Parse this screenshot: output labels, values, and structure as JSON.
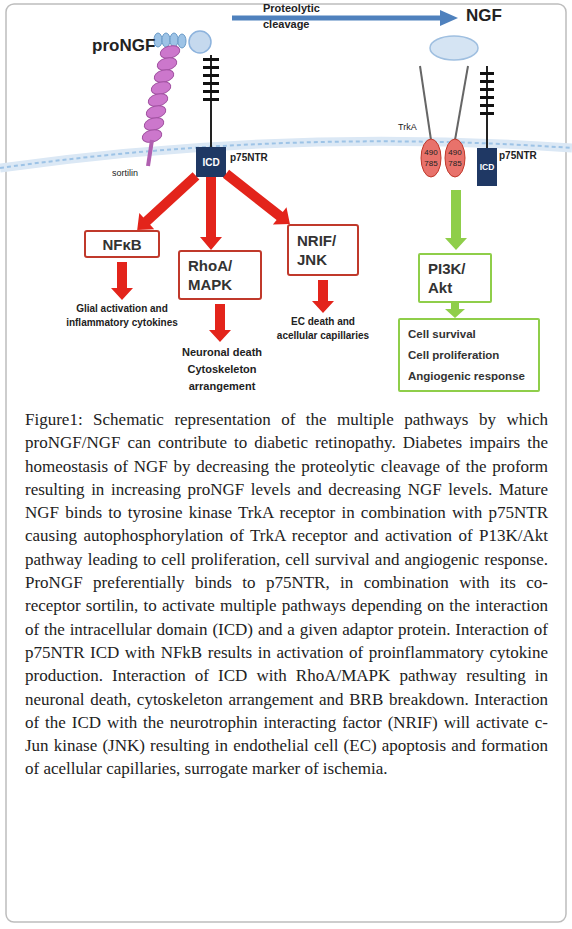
{
  "diagram": {
    "caption": "Figure1: Schematic representation of the multiple pathways by which proNGF/NGF can contribute to diabetic retinopathy. Diabetes impairs the homeostasis of NGF by decreasing the proteolytic cleavage of the proform resulting in increasing proNGF levels and decreasing NGF levels. Mature NGF binds to tyrosine kinase TrkA receptor in combination with p75NTR causing autophosphorylation of TrkA receptor and activation of P13K/Akt pathway leading to cell proliferation, cell survival and angiogenic response. ProNGF preferentially binds to p75NTR, in combination with its co-receptor sortilin, to activate multiple pathways depending on the interaction of the intracellular domain (ICD) and a given adaptor protein. Interaction of p75NTR ICD with NFkB results in activation of proinflammatory cytokine production. Interaction of ICD with RhoA/MAPK pathway resulting in neuronal death, cytoskeleton arrangement and BRB breakdown. Interaction of the ICD with the neurotrophin interacting factor (NRIF) will activate c-Jun kinase (JNK) resulting in endothelial cell (EC) apoptosis and formation of acellular capillaries, surrogate marker of ischemia.",
    "nodes": [
      {
        "text": [
          "ICD"
        ]
      },
      {
        "text": [
          "490",
          "785"
        ]
      },
      {
        "text": [
          "490",
          "785"
        ]
      },
      {
        "text": [
          "ICD"
        ]
      },
      {
        "text": [
          "NFκB"
        ]
      },
      {
        "text": [
          "RhoA/ MAPK"
        ]
      },
      {
        "text": [
          "NRIF/ JNK"
        ]
      },
      {
        "text": [
          "PI3K/ Akt"
        ]
      },
      {
        "text": [
          "Cell survival",
          "Cell proliferation",
          "Angiogenic response"
        ]
      }
    ],
    "edges": [
      {
        "from": 0,
        "to": 4,
        "arrow": "to"
      },
      {
        "from": 0,
        "to": 5,
        "arrow": "to"
      },
      {
        "from": 0,
        "to": 6,
        "arrow": "to"
      },
      {
        "from": 7,
        "to": 8,
        "arrow": "to"
      }
    ],
    "labels": [
      "proNGF",
      "Proteolytic cleavage",
      "NGF",
      "sortilin",
      "p75NTR",
      "TrkA",
      "p75NTR",
      "Glial activation and inflammatory cytokines",
      "Neuronal death Cytoskeleton arrangement",
      "EC death and acellular capillaries"
    ]
  }
}
